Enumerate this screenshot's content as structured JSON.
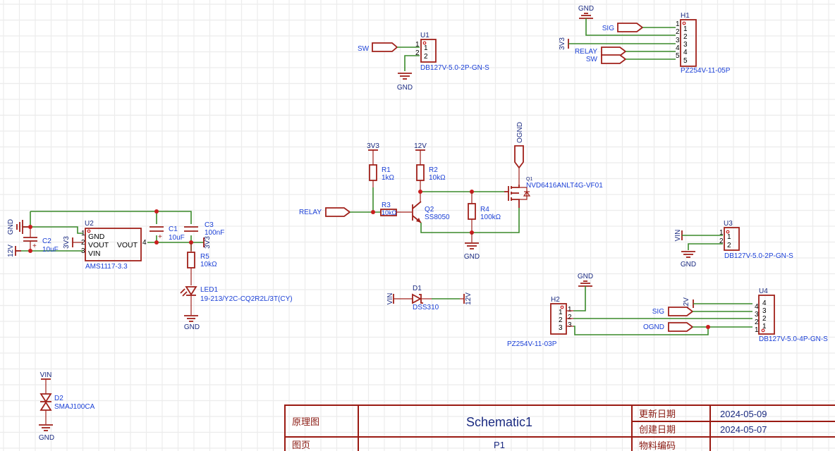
{
  "sheet": {
    "title_block": {
      "type_label": "原理图",
      "sheet_name": "Schematic1",
      "page_label": "图页",
      "page_value": "P1",
      "updated_label": "更新日期",
      "updated_value": "2024-05-09",
      "created_label": "创建日期",
      "created_value": "2024-05-07",
      "part_code_label": "物料编码",
      "part_code_value": ""
    }
  },
  "components": {
    "U1": {
      "ref": "U1",
      "value": "DB127V-5.0-2P-GN-S",
      "pins": [
        "1",
        "2"
      ]
    },
    "U2": {
      "ref": "U2",
      "value": "AMS1117-3.3",
      "pins": [
        "1",
        "2",
        "3",
        "4"
      ],
      "pin_names": [
        "GND",
        "VOUT",
        "VIN",
        "VOUT"
      ]
    },
    "U3": {
      "ref": "U3",
      "value": "DB127V-5.0-2P-GN-S",
      "pins": [
        "1",
        "2"
      ]
    },
    "U4": {
      "ref": "U4",
      "value": "DB127V-5.0-4P-GN-S",
      "pins": [
        "4",
        "3",
        "2",
        "1"
      ]
    },
    "H1": {
      "ref": "H1",
      "value": "PZ254V-11-05P",
      "pins": [
        "1",
        "2",
        "3",
        "4",
        "5"
      ]
    },
    "H2": {
      "ref": "H2",
      "value": "PZ254V-11-03P",
      "pins": [
        "1",
        "2",
        "3"
      ]
    },
    "C1": {
      "ref": "C1",
      "value": "10uF"
    },
    "C2": {
      "ref": "C2",
      "value": "10uF"
    },
    "C3": {
      "ref": "C3",
      "value": "100nF"
    },
    "R1": {
      "ref": "R1",
      "value": "1kΩ"
    },
    "R2": {
      "ref": "R2",
      "value": "10kΩ"
    },
    "R3": {
      "ref": "R3",
      "value": "10kΩ"
    },
    "R4": {
      "ref": "R4",
      "value": "100kΩ"
    },
    "R5": {
      "ref": "R5",
      "value": "10kΩ"
    },
    "Q1": {
      "ref": "Q1",
      "value": "NVD6416ANLT4G-VF01"
    },
    "Q2": {
      "ref": "Q2",
      "value": "SS8050"
    },
    "D1": {
      "ref": "D1",
      "value": "DSS310"
    },
    "D2": {
      "ref": "D2",
      "value": "SMAJ100CA"
    },
    "LED1": {
      "ref": "LED1",
      "value": "19-213/Y2C-CQ2R2L/3T(CY)"
    }
  },
  "nets": {
    "gnd": "GND",
    "v33": "3V3",
    "v12": "12V",
    "vin": "VIN",
    "ognd": "OGND",
    "sw": "SW",
    "sig": "SIG",
    "relay": "RELAY"
  }
}
